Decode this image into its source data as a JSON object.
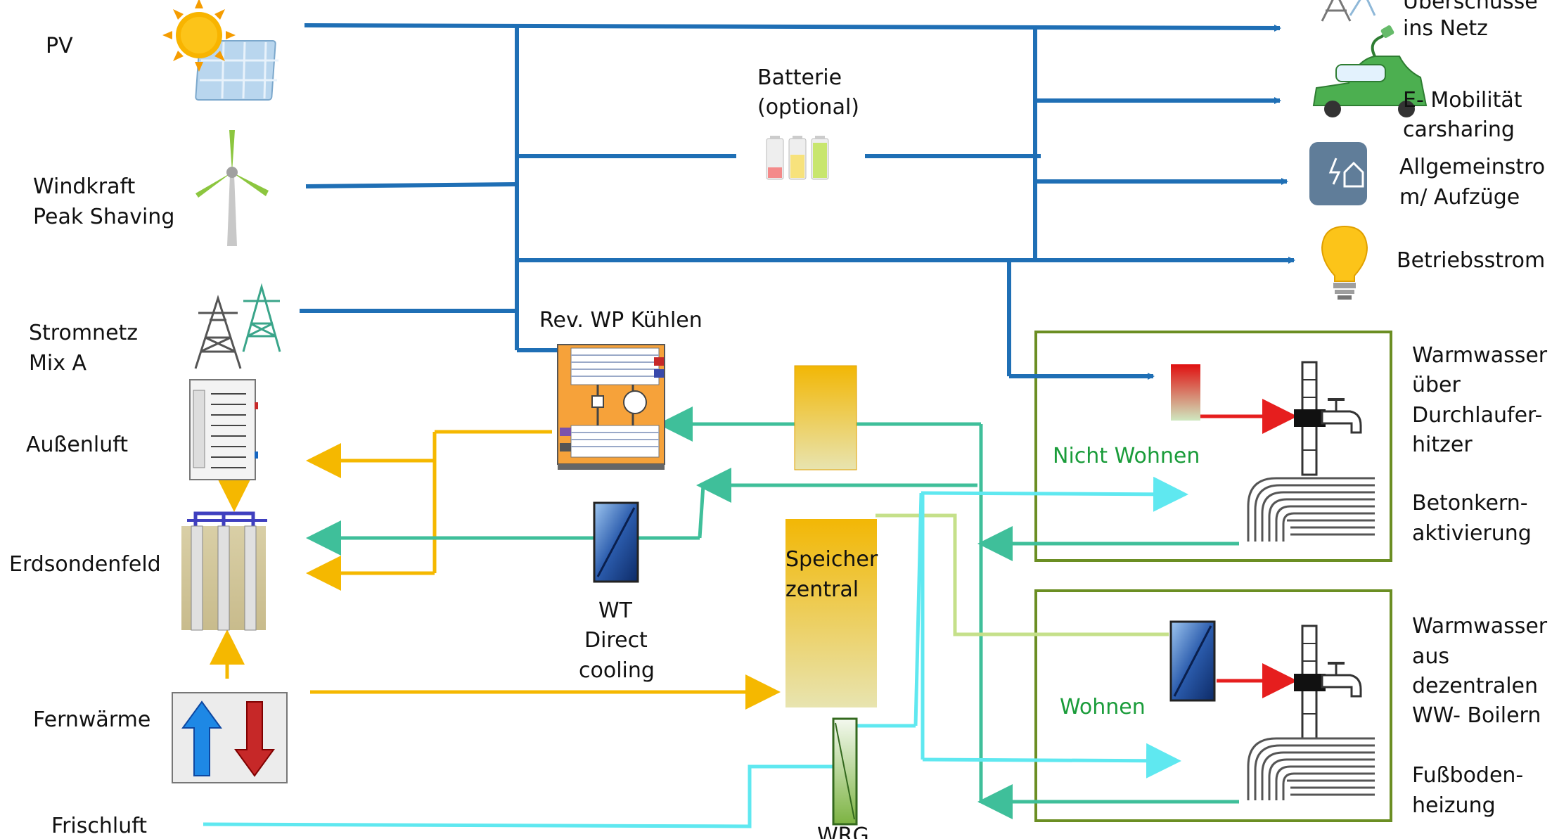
{
  "sources": {
    "pv": "PV",
    "wind_1": "Windkraft",
    "wind_2": "Peak Shaving",
    "grid_1": "Stromnetz",
    "grid_2": "Mix A",
    "outside_air": "Außenluft",
    "ground_probe": "Erdsondenfeld",
    "district_heat": "Fernwärme",
    "fresh_air": "Frischluft"
  },
  "consumers": {
    "export_1": "Überschüsse",
    "export_2": "ins Netz",
    "emob_1": "E- Mobilität",
    "emob_2": "carsharing",
    "general_1": "Allgemeinstro",
    "general_2": "m/ Aufzüge",
    "operating": "Betriebsstrom",
    "ww_flow_1": "Warmwasser",
    "ww_flow_2": "über",
    "ww_flow_3": "Durchlaufer-",
    "ww_flow_4": "hitzer",
    "concrete_1": "Betonkern-",
    "concrete_2": "aktivierung",
    "ww_dec_1": "Warmwasser",
    "ww_dec_2": "aus",
    "ww_dec_3": "dezentralen",
    "ww_dec_4": "WW- Boilern",
    "floor_1": "Fußboden-",
    "floor_2": "heizung"
  },
  "components": {
    "battery_1": "Batterie",
    "battery_2": "(optional)",
    "heat_pump": "Rev. WP Kühlen",
    "exchanger_1": "WT",
    "exchanger_2": "Direct",
    "exchanger_3": "cooling",
    "storage_1": "Speicher",
    "storage_2": "zentral",
    "wrg": "WRG"
  },
  "zones": {
    "non_residential": "Nicht Wohnen",
    "residential": "Wohnen"
  },
  "colors": {
    "electric": "#1f6fb5",
    "heat": "#f5b800",
    "cooling": "#3fbf9a",
    "air": "#5fe8f0",
    "hot_water": "#e61e1e",
    "zone_border": "#6b8e23",
    "zone_label": "#1a9c3a"
  },
  "icons": {
    "pv": "solar-panel-icon",
    "wind": "wind-turbine-icon",
    "grid": "power-pylon-icon",
    "ev": "electric-car-icon",
    "smart_home": "smart-home-icon",
    "bulb": "light-bulb-icon",
    "battery": "battery-icon",
    "tap": "water-tap-icon",
    "coil": "floor-coil-icon"
  }
}
